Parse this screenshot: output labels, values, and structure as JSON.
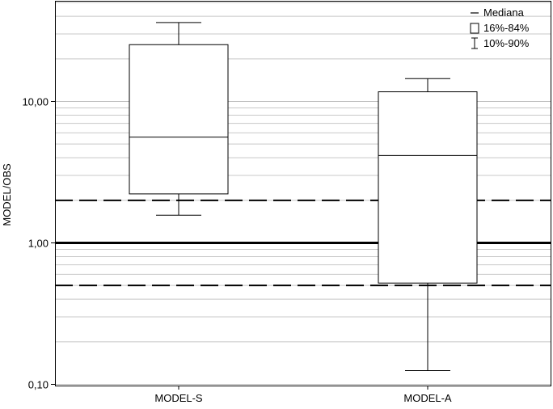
{
  "chart_data": {
    "type": "boxplot",
    "ylabel": "MODEL/OBS",
    "y_scale": "log",
    "ylim": [
      0.1,
      50
    ],
    "y_ticks": [
      {
        "value": 0.1,
        "label": "0,10"
      },
      {
        "value": 1,
        "label": "1,00"
      },
      {
        "value": 10,
        "label": "10,00"
      }
    ],
    "grid": "horizontal-minor",
    "categories": [
      "MODEL-S",
      "MODEL-A"
    ],
    "boxes": [
      {
        "category": "MODEL-S",
        "p10": 1.57,
        "p16": 2.22,
        "median": 5.6,
        "p84": 25.2,
        "p90": 36.1
      },
      {
        "category": "MODEL-A",
        "p10": 0.125,
        "p16": 0.52,
        "median": 4.15,
        "p84": 11.7,
        "p90": 14.5
      }
    ],
    "reference_lines": [
      {
        "value": 1.0,
        "style": "solid"
      },
      {
        "value": 2.0,
        "style": "dashed"
      },
      {
        "value": 0.5,
        "style": "dashed"
      }
    ],
    "legend": {
      "placement": "top-right",
      "items": [
        {
          "symbol": "line",
          "label": "Mediana"
        },
        {
          "symbol": "box",
          "label": "16%-84%"
        },
        {
          "symbol": "whisker",
          "label": "10%-90%"
        }
      ]
    }
  }
}
